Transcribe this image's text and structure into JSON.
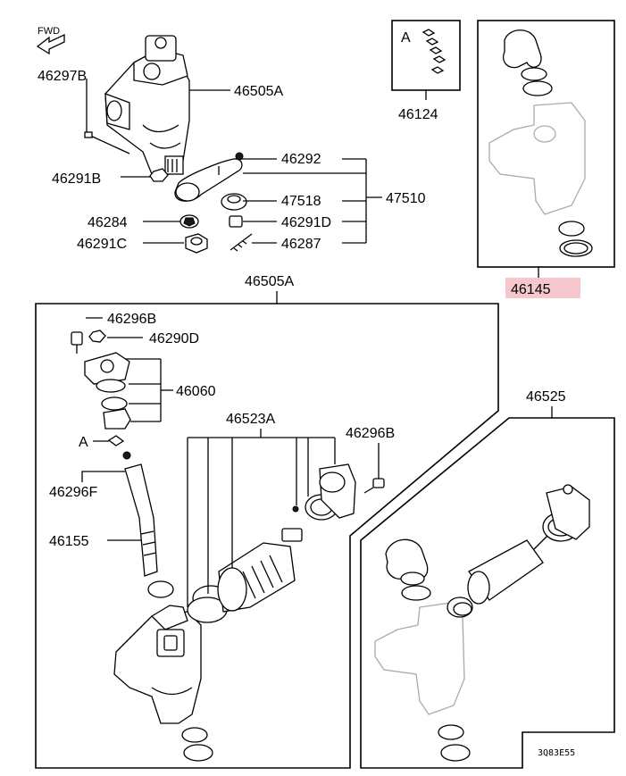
{
  "fwd_label": "FWD",
  "sheet_code": "3Q83E55",
  "highlight_color": "#f6c7cc",
  "callout_letter": "A",
  "parts": {
    "p46297B": "46297B",
    "p46505A_top": "46505A",
    "p46291B": "46291B",
    "p46292": "46292",
    "p47518": "47518",
    "p47510": "47510",
    "p46284": "46284",
    "p46291D": "46291D",
    "p46291C": "46291C",
    "p46287": "46287",
    "p46124": "46124",
    "p46145": "46145",
    "p46505A_box": "46505A",
    "p46296B_top": "46296B",
    "p46290D": "46290D",
    "p46060": "46060",
    "p46523A": "46523A",
    "p46296B_mid": "46296B",
    "p46296F": "46296F",
    "p46155": "46155",
    "p46525": "46525"
  }
}
